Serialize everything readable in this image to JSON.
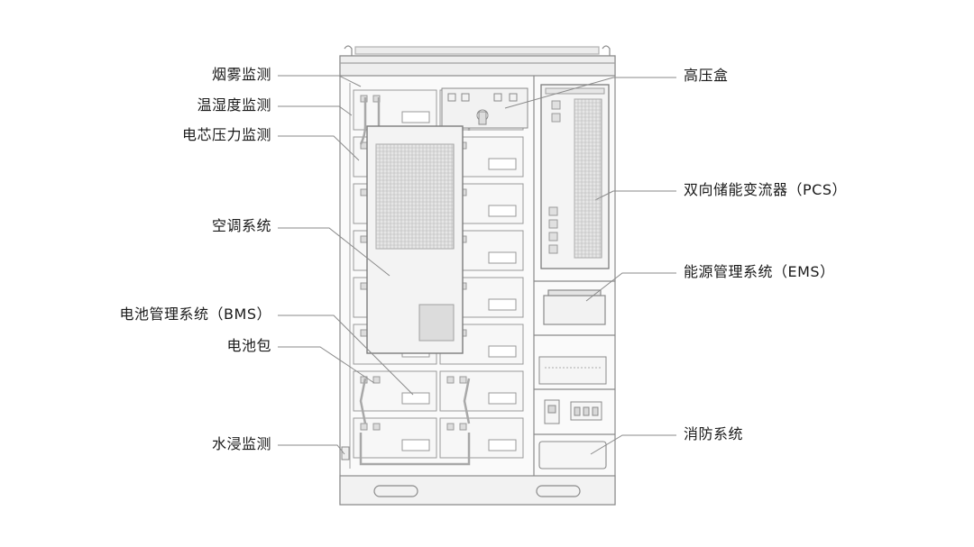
{
  "labels_left": [
    {
      "key": "smoke",
      "text": "烟雾监测"
    },
    {
      "key": "temp-humidity",
      "text": "温湿度监测"
    },
    {
      "key": "cell-pressure",
      "text": "电芯压力监测"
    },
    {
      "key": "air-conditioning",
      "text": "空调系统"
    },
    {
      "key": "bms",
      "text": "电池管理系统（BMS）"
    },
    {
      "key": "battery-pack",
      "text": "电池包"
    },
    {
      "key": "water-immersion",
      "text": "水浸监测"
    }
  ],
  "labels_right": [
    {
      "key": "high-voltage-box",
      "text": "高压盒"
    },
    {
      "key": "pcs",
      "text": "双向储能变流器（PCS）"
    },
    {
      "key": "ems",
      "text": "能源管理系统（EMS）"
    },
    {
      "key": "fire-protection",
      "text": "消防系统"
    }
  ],
  "colors": {
    "line": "#8a8a8a",
    "panel_fill": "#f4f4f4",
    "frame_fill": "#fafafa",
    "text": "#1a1a1a"
  }
}
